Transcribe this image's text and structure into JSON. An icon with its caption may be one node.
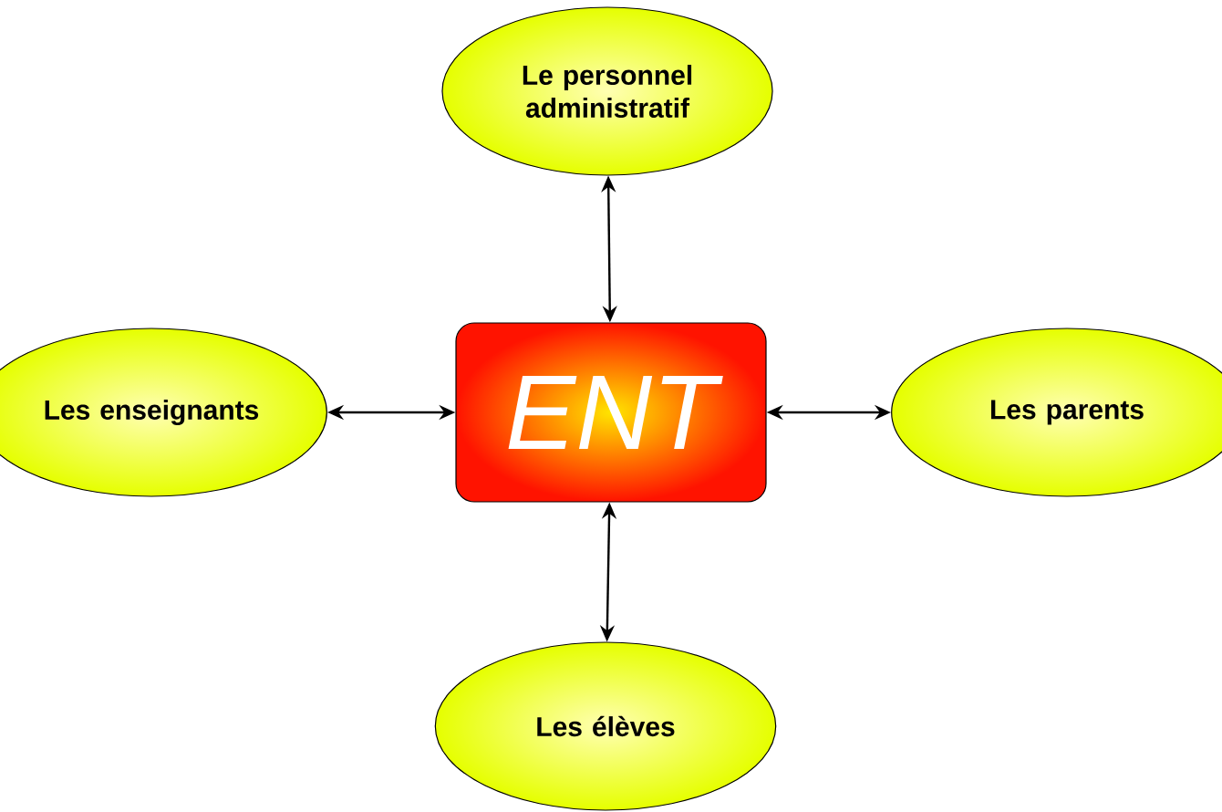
{
  "diagram": {
    "nodes": [
      {
        "text": [
          "ENT"
        ]
      },
      {
        "text": [
          "Le personnel administratif"
        ]
      },
      {
        "text": [
          "Les enseignants"
        ]
      },
      {
        "text": [
          "Les parents"
        ]
      },
      {
        "text": [
          "Les élèves"
        ]
      }
    ],
    "edges": [
      {
        "from": 0,
        "to": 1,
        "arrow": "both"
      },
      {
        "from": 0,
        "to": 2,
        "arrow": "both"
      },
      {
        "from": 0,
        "to": 3,
        "arrow": "both"
      },
      {
        "from": 0,
        "to": 4,
        "arrow": "both"
      }
    ]
  }
}
